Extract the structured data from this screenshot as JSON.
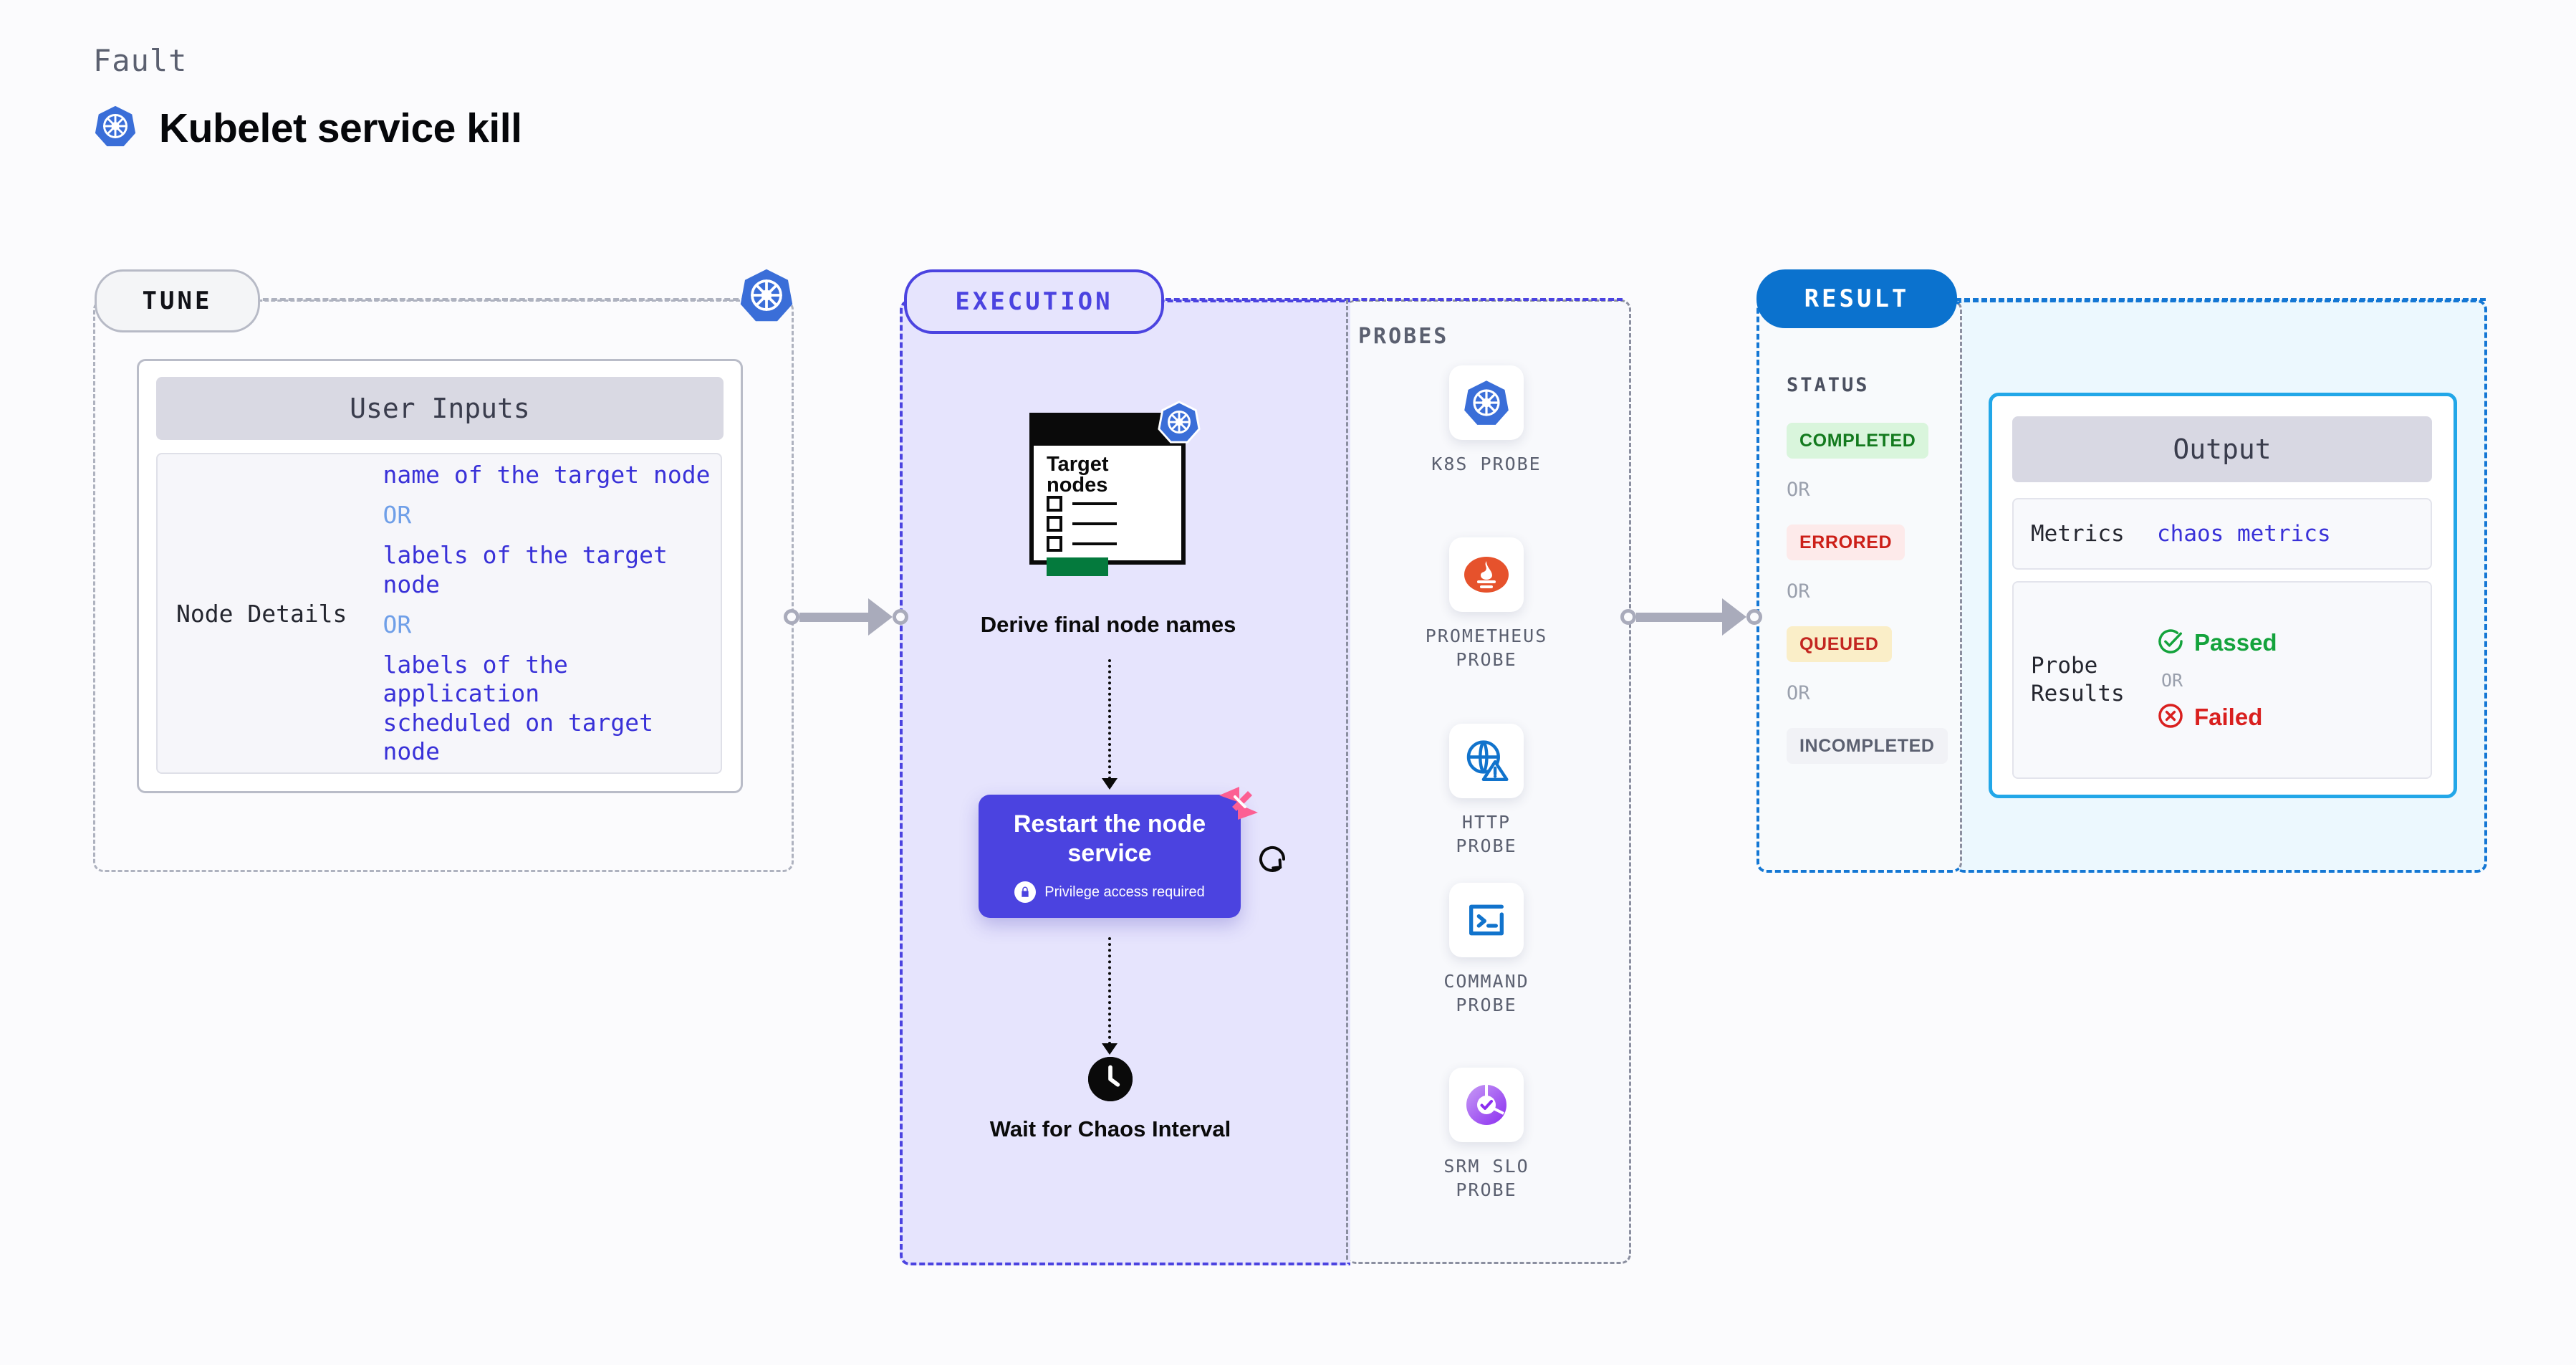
{
  "header": {
    "eyebrow": "Fault",
    "title": "Kubelet service kill",
    "icon": "kubernetes-icon"
  },
  "tune": {
    "pill_label": "TUNE",
    "corner_icon": "kubernetes-icon",
    "card": {
      "header": "User Inputs",
      "rows": [
        {
          "key": "Node Details",
          "values": [
            "name of the target node",
            "labels of the target node",
            "labels of the application\n scheduled on target node"
          ],
          "separator": "OR"
        }
      ]
    }
  },
  "execution": {
    "pill_label": "EXECUTION",
    "steps": [
      {
        "id": "derive-node-names",
        "label": "Derive final node names",
        "icon": "window-checklist-icon",
        "card_heading": "Target nodes",
        "badge_icon": "kubernetes-icon"
      },
      {
        "id": "restart-node-service",
        "label": "Restart the node service",
        "sub_label": "Privilege access required",
        "sub_icon": "lock-icon",
        "badge_icon": "chaos-harness-icon",
        "side_icon": "loop-refresh-icon"
      },
      {
        "id": "wait-chaos-interval",
        "label": "Wait for Chaos Interval",
        "icon": "clock-icon"
      }
    ]
  },
  "probes": {
    "label": "PROBES",
    "items": [
      {
        "name": "K8S PROBE",
        "icon": "kubernetes-icon"
      },
      {
        "name": "PROMETHEUS PROBE",
        "icon": "prometheus-icon"
      },
      {
        "name": "HTTP PROBE",
        "icon": "globe-warning-icon"
      },
      {
        "name": "COMMAND PROBE",
        "icon": "terminal-icon"
      },
      {
        "name": "SRM SLO PROBE",
        "icon": "srm-slo-donut-icon"
      }
    ]
  },
  "result": {
    "pill_label": "RESULT",
    "status_label": "STATUS",
    "separator": "OR",
    "statuses": [
      {
        "label": "COMPLETED",
        "bg": "#d9f5dc",
        "fg": "#137a1e"
      },
      {
        "label": "ERRORED",
        "bg": "#fdeaea",
        "fg": "#cc1f18"
      },
      {
        "label": "QUEUED",
        "bg": "#faeec8",
        "fg": "#c32620"
      },
      {
        "label": "INCOMPLETED",
        "bg": "#f1f2f6",
        "fg": "#5b6070"
      }
    ],
    "output": {
      "header": "Output",
      "metrics_key": "Metrics",
      "metrics_value": "chaos metrics",
      "probe_results_key": "Probe Results",
      "passed_label": "Passed",
      "failed_label": "Failed",
      "separator": "OR",
      "passed_icon": "check-circle-icon",
      "failed_icon": "x-circle-icon"
    }
  },
  "colors": {
    "indigo": "#4b43e0",
    "kubernetes_blue": "#3a6ed8",
    "result_blue": "#0b72ce",
    "cyan_border": "#22a7e8",
    "pink_badge": "#fc5f93",
    "green": "#14a33c",
    "red": "#d9201f"
  }
}
